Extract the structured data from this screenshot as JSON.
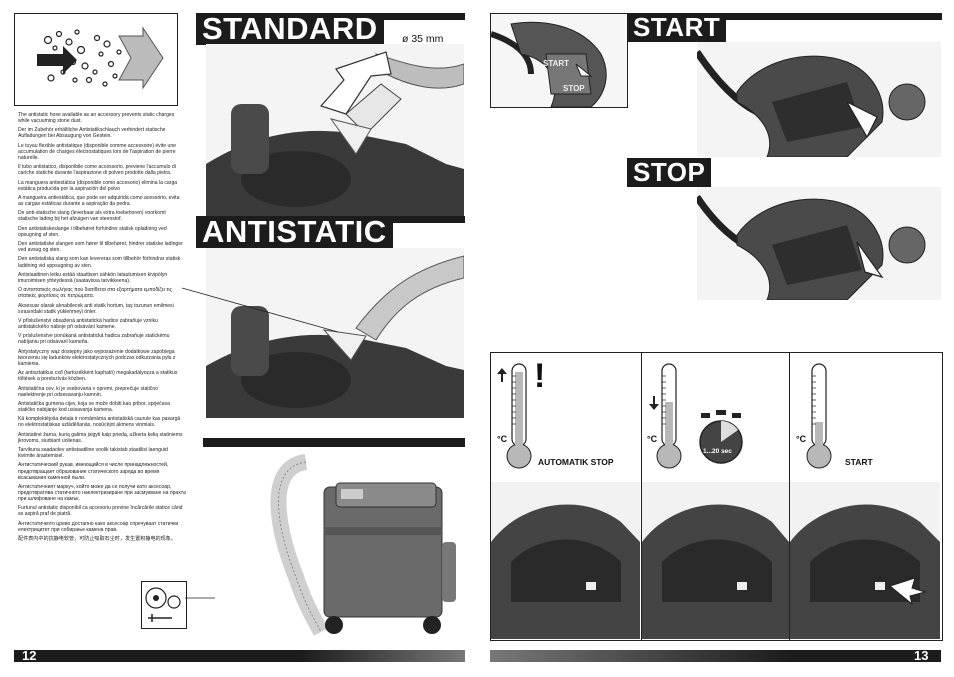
{
  "left_page": {
    "page_number": "12",
    "headings": {
      "standard": "STANDARD",
      "antistatic": "ANTISTATIC"
    },
    "hose_diameter": "ø 35 mm",
    "paragraphs": [
      "The antistatic hose available as an accessory prevents static charges while vacuuming stone dust.",
      "Der im Zubehör erhältliche Antistatikschlauch verhindert statische Aufladungen bei Absaugung von Gestein.",
      "Le tuyau flexible antistatique (disponible comme accessoire) évite une accumulation de charges électrostatiques lors de l'aspiration de pierre naturelle.",
      "Il tubo antistatico, disponibile come accessorio, previene l'accumulo di cariche statiche durante l'aspirazione di polveri prodotte dalla pietra.",
      "La manguera antiestática (disponible como accesorio) elimina la carga estática producida por la aspiración del polvo",
      "A mangueira antiestática, que pode ser adquirida como acessório, evita as cargas estáticas durante a aspiração da pedra.",
      "De anti-statische slang (leverbaar als extra toebehoren) voorkomt statische lading bij het afzuigen van steenstof.",
      "Den antistatiskeslange i tilbehøret forhindrer statisk opladning ved opsugning af sten.",
      "Den antistatiske slangen som hører til tilbehøret, hindrer statiske ladinger ved avsug og sten.",
      "Den antistatiska slang som kan levereras som tillbehör förhindrar statisk laddning vid uppsugning av sten.",
      "Antistaattinen letku estää staattisen sähkön latautumisen kivipölyn imuroimisen yhteydessä (saatavissa tarvikkeena).",
      "Ο αντιστατικός σωλήνας που διατίθεται στα εξαρτήματα εμποδίζει τις στατικές φορτίσεις σε πετρώματα.",
      "Aksesuar olarak alınabilecek anti statik hortum, taş tozunun emilmesi sırasındaki statik yüklenmeyi önler.",
      "V příslušenství obsažená antistatická hadice zabraňuje vzniku antistatického náboje při odsávání kamene.",
      "V príslušenstve ponúkaná antistatická hadica zabraňuje statickému nabíjaniu pri odsávaní kameňa.",
      "Antystatyczny wąż dostępny jako wyposażenie dodatkowe zapobiega tworzeniu się ładunków elektrostatycznych podczas odkurzania pyłu z kamienia.",
      "Az antisztatikus cső (tartozékként kapható) megakadályozza a statikus töltések a porelszívás közben.",
      "Antistatična cev, ki je vsebovana v opremi, preprečuje statično naelektrenje pri odsesavanju kamnin.",
      "Antistatička gumena cijev, koja se može dobiti kao pribor, sprječava statičko nabijanje kod usisavanja kamena.",
      "Kā komplektējoša detaļa ir nomāmāma antistatiskā caurule kas pasargā no elektrostatiskas uzlādēšanās, nosūcējot akmens vinmiais.",
      "Antistatinė žarna, kurią galima įsigyti kaip priedą, užkerta kelią statiniems įkrovoms, siurbiant uolienas.",
      "Tarvikuna saadaolev antistaatiline voolik takistab staatilisi laenguid kivimite ärastemisel.",
      "Антистатический рукав, имеющийся в числе принадлежностей, предотвращает образование статического заряда во время всасывания каменной пыли.",
      "Антистатичният маркуч, който може да се получи като аксесоар, предотвратява статичното наелектризиране при засмукване на прахта при шлифоване на камък.",
      "Furtunul antistatic disponibil ca accesoriu previne încărcările statice când se aspiră praf de piatră.",
      "Антистатичкото црево достапно како аксесоар спречуваат статички електрицитет при собирање камена прав.",
      "配件表内中的抗静电软管，可防止吸取石尘时，发生置积静电的现象。"
    ]
  },
  "right_page": {
    "page_number": "13",
    "headings": {
      "start": "START",
      "stop": "STOP"
    },
    "switch_labels": {
      "start": "START",
      "stop": "STOP"
    },
    "temperature_panels": [
      {
        "unit": "°C",
        "caption": "AUTOMATIK STOP",
        "warning": "!"
      },
      {
        "unit": "°C",
        "caption": "",
        "timer": "1...20 sec"
      },
      {
        "unit": "°C",
        "caption": "START"
      }
    ]
  }
}
